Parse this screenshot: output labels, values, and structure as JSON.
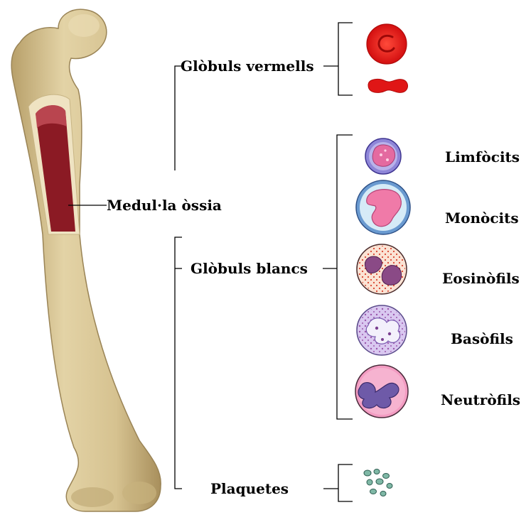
{
  "labels": {
    "bone_marrow": "Medul·la òssia",
    "red_cells": "Glòbuls vermells",
    "white_cells": "Glòbuls blancs",
    "platelets": "Plaquetes"
  },
  "white_cell_types": [
    "Limfòcits",
    "Monòcits",
    "Eosinòfils",
    "Basòfils",
    "Neutròfils"
  ],
  "colors": {
    "bone": "#d9c89a",
    "bone_shadow": "#b8a474",
    "marrow": "#8b1a24",
    "red_cell": "#e01616",
    "cell_border_blue": "#6a5ab8",
    "cell_pink": "#f3a6c7",
    "nucleus_purple": "#7a3f8f",
    "platelet": "#5a9a8a"
  }
}
